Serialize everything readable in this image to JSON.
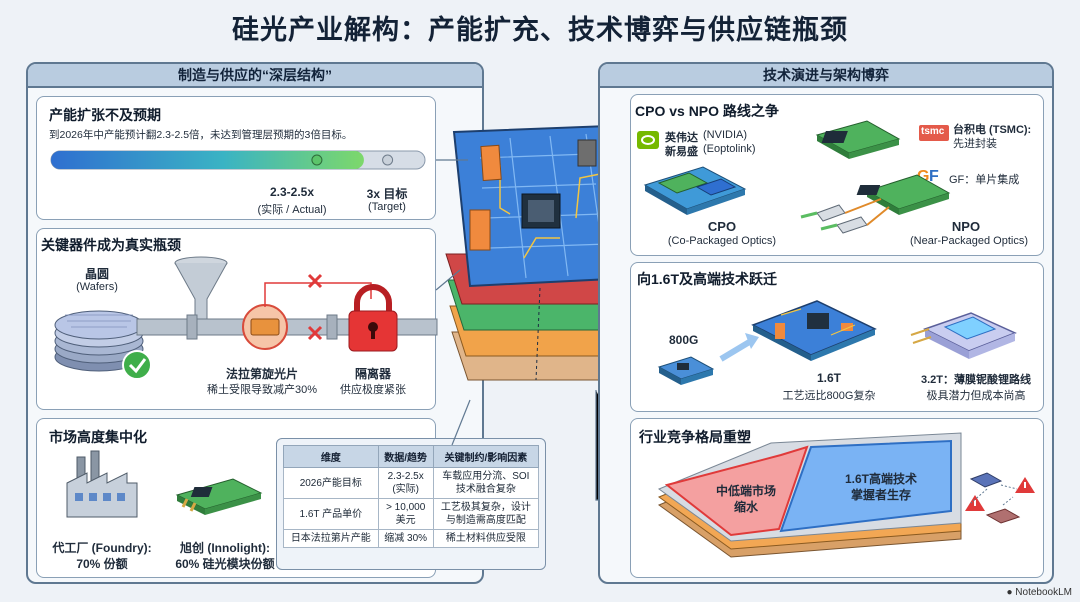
{
  "title": "硅光产业解构：产能扩充、技术博弈与供应链瓶颈",
  "left_panel": {
    "header": "制造与供应的“深层结构”",
    "capacity": {
      "heading": "产能扩张不及预期",
      "desc": "到2026年中产能预计翻2.3-2.5倍，未达到管理层预期的3倍目标。",
      "progress_actual_fraction": 0.79,
      "progress_target_fraction": 1.0,
      "actual_value": "2.3-2.5x",
      "actual_sub": "(实际 / Actual)",
      "target_value": "3x 目标",
      "target_sub": "(Target)"
    },
    "bottleneck": {
      "heading": "关键器件成为真实瓶颈",
      "wafer_label": "晶圆",
      "wafer_sub": "(Wafers)",
      "faraday_label": "法拉第旋光片",
      "faraday_sub": "稀土受限导致减产30%",
      "isolator_label": "隔离器",
      "isolator_sub": "供应极度紧张"
    },
    "market": {
      "heading": "市场高度集中化",
      "foundry_label": "代工厂 (Foundry):",
      "foundry_share": "70% 份额",
      "innolight_label": "旭创 (Innolight):",
      "innolight_share": "60% 硅光模块份额"
    },
    "table": {
      "headers": [
        "维度",
        "数据/趋势",
        "关键制约/影响因素"
      ],
      "rows": [
        [
          "2026产能目标",
          "2.3-2.5x\n(实际)",
          "车载应用分流、SOI\n技术融合复杂"
        ],
        [
          "1.6T 产品单价",
          "> 10,000\n美元",
          "工艺极其复杂，设计\n与制造需高度匹配"
        ],
        [
          "日本法拉第片产能",
          "缩减 30%",
          "稀土材料供应受限"
        ]
      ]
    }
  },
  "right_panel": {
    "header": "技术演进与架构博弈",
    "cpo_npo": {
      "heading": "CPO vs NPO 路线之争",
      "nvidia_cn": "英伟达",
      "nvidia_en": "(NVIDIA)",
      "eoptolink_cn": "新易盛",
      "eoptolink_en": "(Eoptolink)",
      "tsmc_logo": "tsmc",
      "tsmc_label": "台积电 (TSMC):",
      "tsmc_sub": "先进封装",
      "gf_logo": "GF",
      "gf_label": "GF：单片集成",
      "cpo_title": "CPO",
      "cpo_sub": "(Co-Packaged Optics)",
      "npo_title": "NPO",
      "npo_sub": "(Near-Packaged Optics)"
    },
    "upgrade": {
      "heading": "向1.6T及高端技术跃迁",
      "label_800g": "800G",
      "label_16t": "1.6T",
      "label_16t_sub": "工艺远比800G复杂",
      "label_32t": "3.2T：薄膜铌酸锂路线",
      "label_32t_sub": "极具潜力但成本尚高"
    },
    "competition": {
      "heading": "行业竞争格局重塑",
      "low_end": "中低端市场\n缩水",
      "high_end": "1.6T高端技术\n掌握者生存"
    }
  },
  "footer": "NotebookLM",
  "colors": {
    "panel_border": "#5f7891",
    "header_fill": "#b9cce0",
    "progress_green": "#5cc46a",
    "progress_blue": "#2f6fd0",
    "alert_red": "#e03a3a",
    "board_blue": "#2e6fc4",
    "board_green": "#3fae62",
    "market_red": "#f08a8a",
    "market_blue": "#5b9cf0"
  }
}
